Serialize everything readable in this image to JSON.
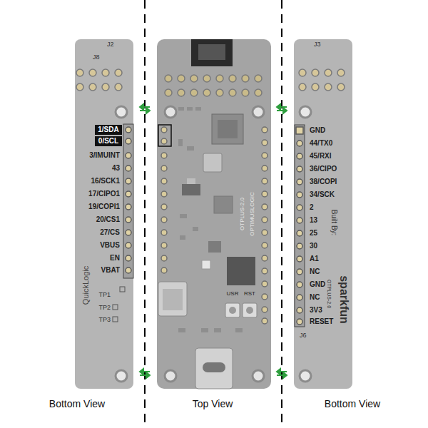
{
  "diagram": {
    "nodes": [
      {
        "text": [
          "1/SDA"
        ]
      },
      {
        "text": [
          "0/SCL"
        ]
      }
    ],
    "labels": [
      "J2",
      "J8",
      "3/IMUINT",
      "43",
      "16/SCK1",
      "17/CIPO1",
      "19/COPI1",
      "20/CS1",
      "27/CS",
      "VBUS",
      "EN",
      "VBAT",
      "TP1",
      "TP2",
      "TP3",
      "QuickLogic",
      "J3",
      "GND",
      "44/TX0",
      "45/RXI",
      "36/CIPO",
      "38/COPI",
      "34/SCK",
      "2",
      "13",
      "25",
      "30",
      "A1",
      "NC",
      "GND",
      "NC",
      "3V3",
      "RESET",
      "J6",
      "Built By:",
      "sparkfun",
      "OTPLUS-2.0",
      "OTPLUS-2.0",
      "OPTIMUSLOGIC",
      "USR",
      "RST",
      "Bottom View",
      "Top View",
      "Bottom View"
    ]
  }
}
